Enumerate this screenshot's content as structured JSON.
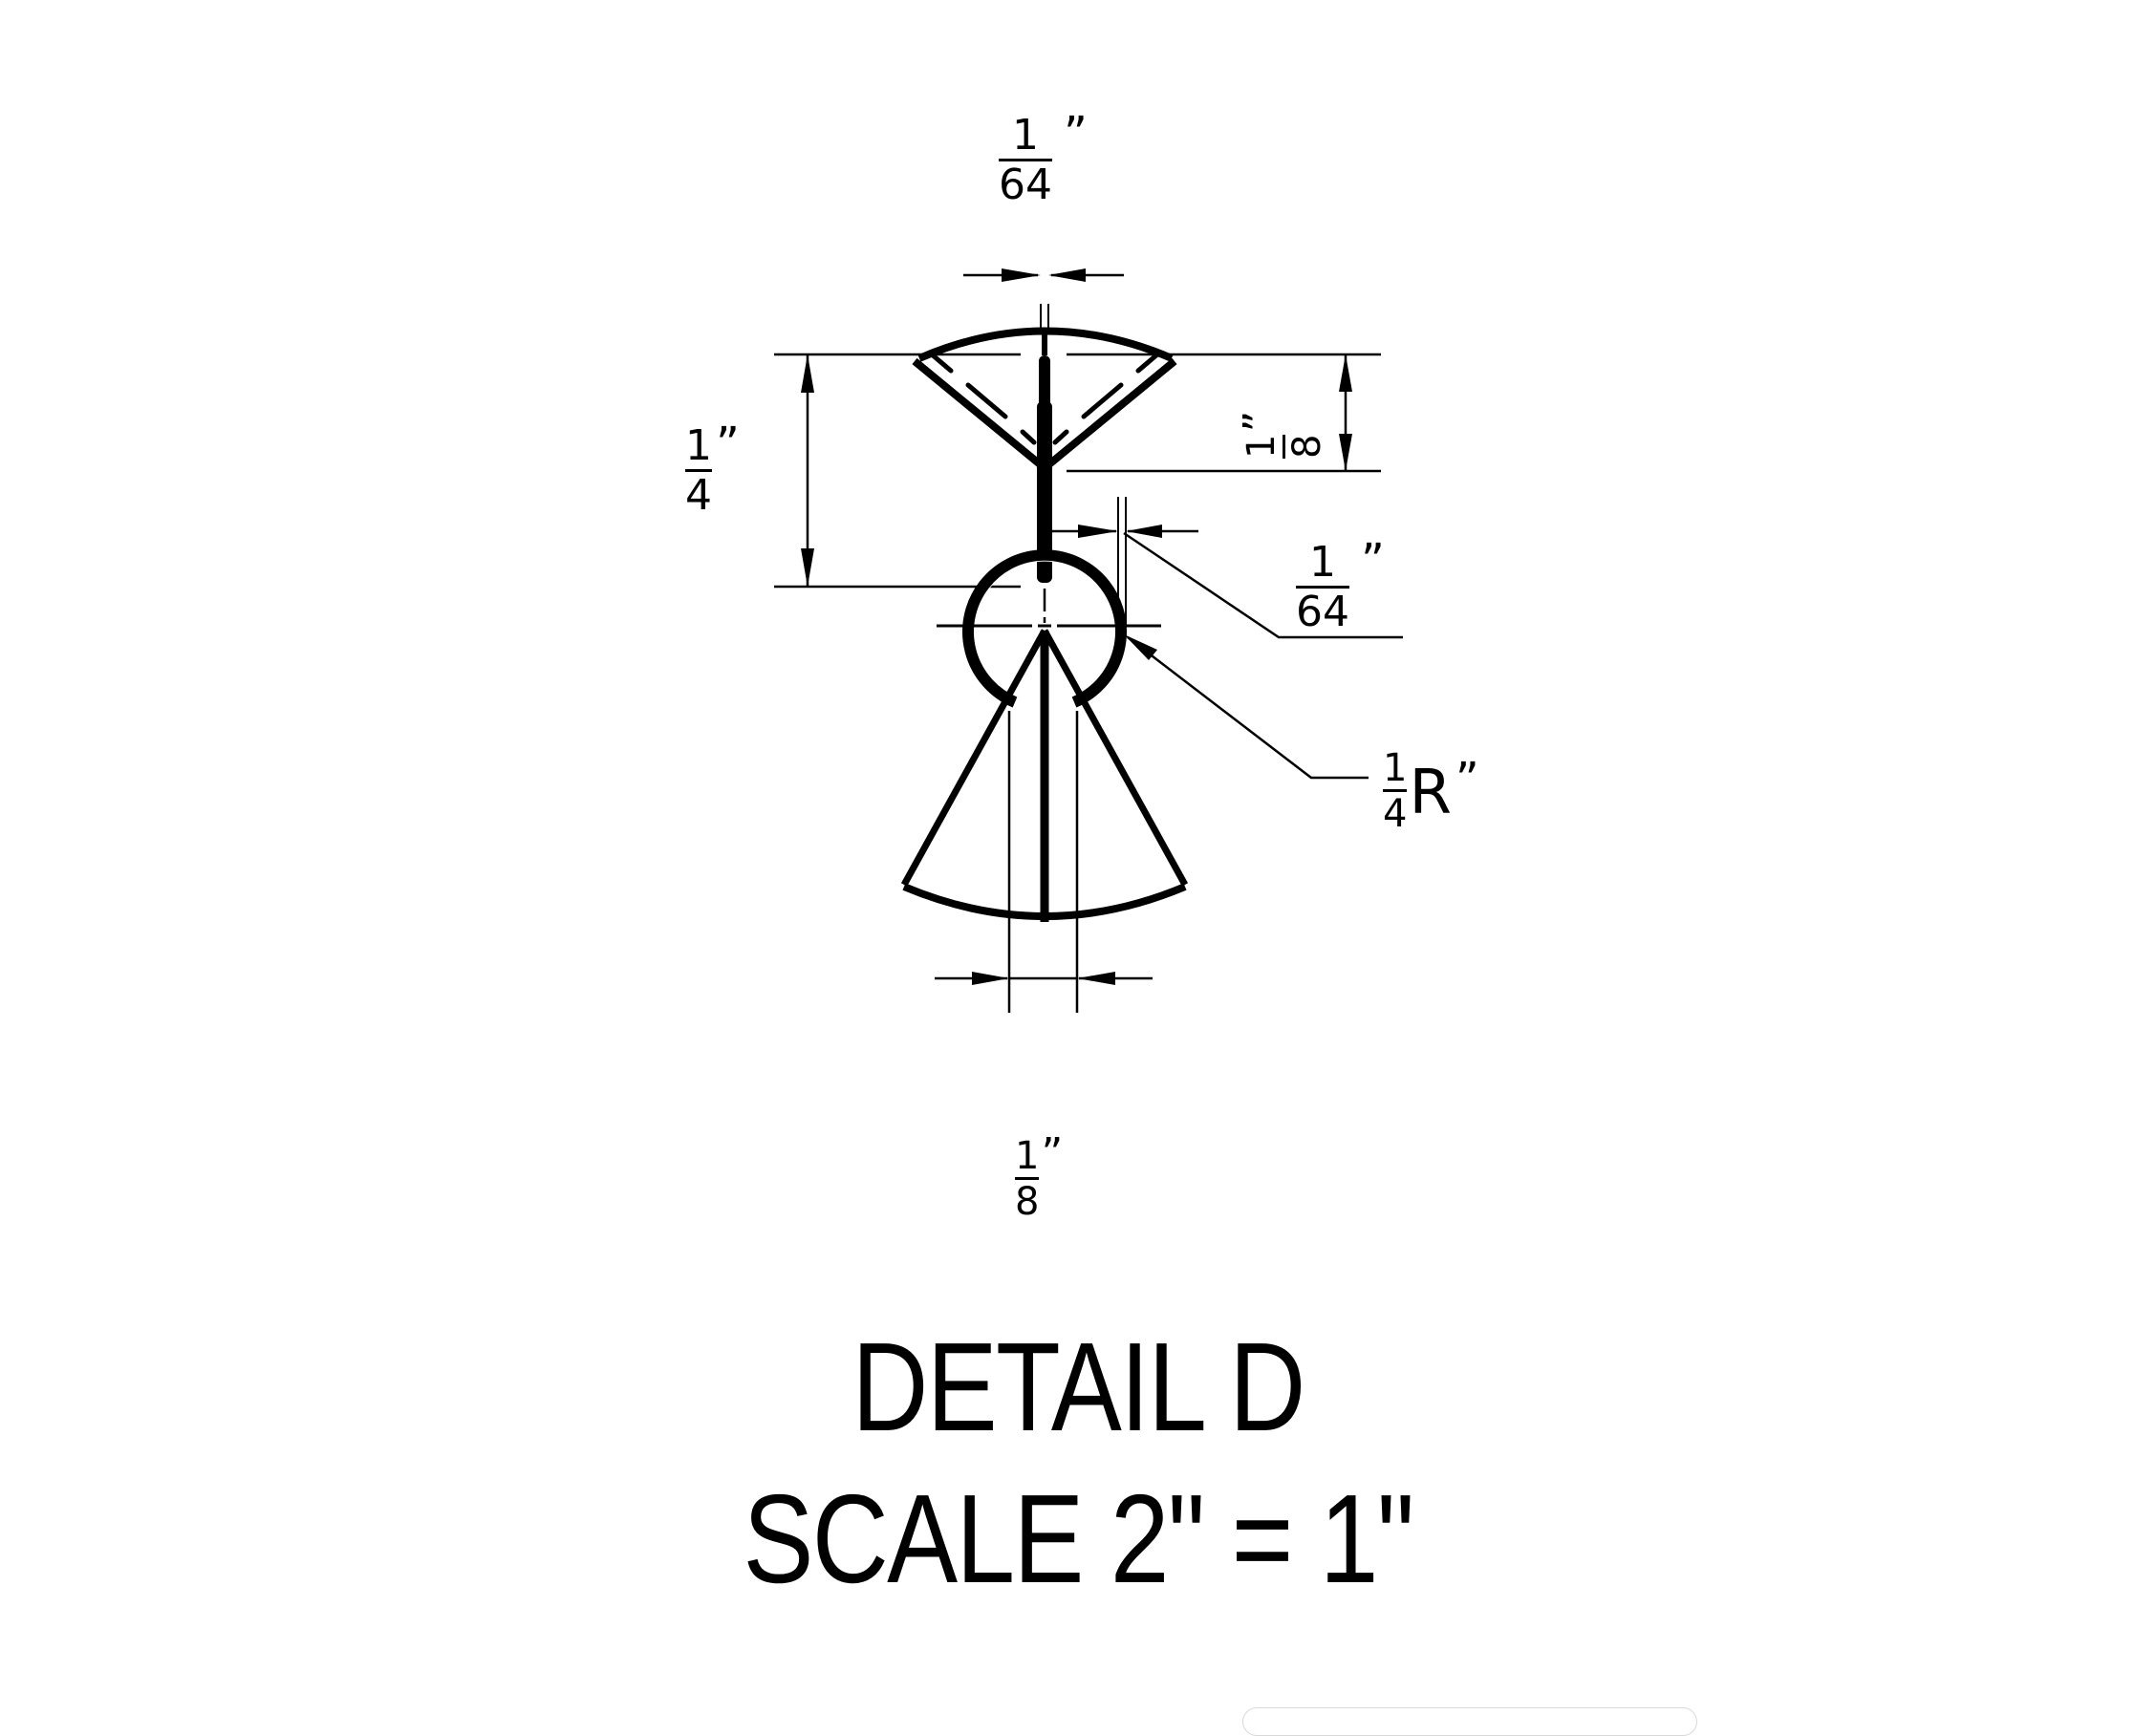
{
  "drawing": {
    "title": "DETAIL D",
    "scale_label": "SCALE 2\" = 1\"",
    "line_color": "#000000",
    "background": "#ffffff"
  },
  "dimensions": {
    "top_gap": {
      "numerator": "1",
      "denominator": "64",
      "unit": "”"
    },
    "total_height": {
      "numerator": "1",
      "denominator": "4",
      "unit": "”"
    },
    "wedge_depth": {
      "numerator": "1",
      "denominator": "8",
      "unit": "”",
      "rotated": true
    },
    "side_gap": {
      "numerator": "1",
      "denominator": "64",
      "unit": "”"
    },
    "radius": {
      "numerator": "1",
      "denominator": "4",
      "suffix": "R",
      "unit": "”"
    },
    "bottom_width": {
      "numerator": "1",
      "denominator": "8",
      "unit": "”"
    }
  },
  "footer": {
    "pill_border_color": "#d9d9d9"
  }
}
